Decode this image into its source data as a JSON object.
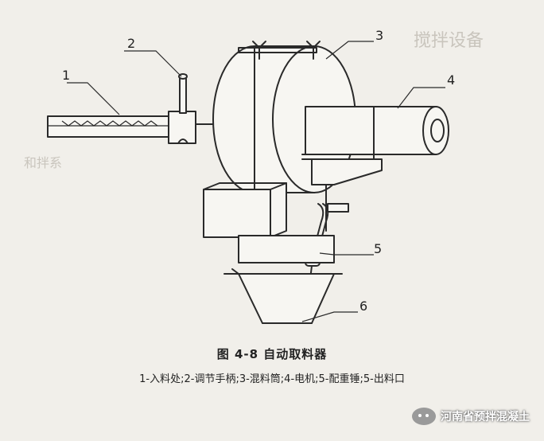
{
  "figure": {
    "caption": "图 4-8   自动取料器",
    "legend": "1-入料处;2-调节手柄;3-混料筒;4-电机;5-配重锤;5-出料口"
  },
  "callouts": [
    {
      "id": "1",
      "text": "1"
    },
    {
      "id": "2",
      "text": "2"
    },
    {
      "id": "3",
      "text": "3"
    },
    {
      "id": "4",
      "text": "4"
    },
    {
      "id": "5",
      "text": "5"
    },
    {
      "id": "6",
      "text": "6"
    }
  ],
  "background_text": {
    "top_right": "搅拌设备",
    "mid_left": "和拌系"
  },
  "watermark": {
    "icon": "wechat-icon",
    "text": "河南省预拌混凝土"
  },
  "colors": {
    "paper": "#f1efea",
    "ink": "#2a2a2a"
  }
}
